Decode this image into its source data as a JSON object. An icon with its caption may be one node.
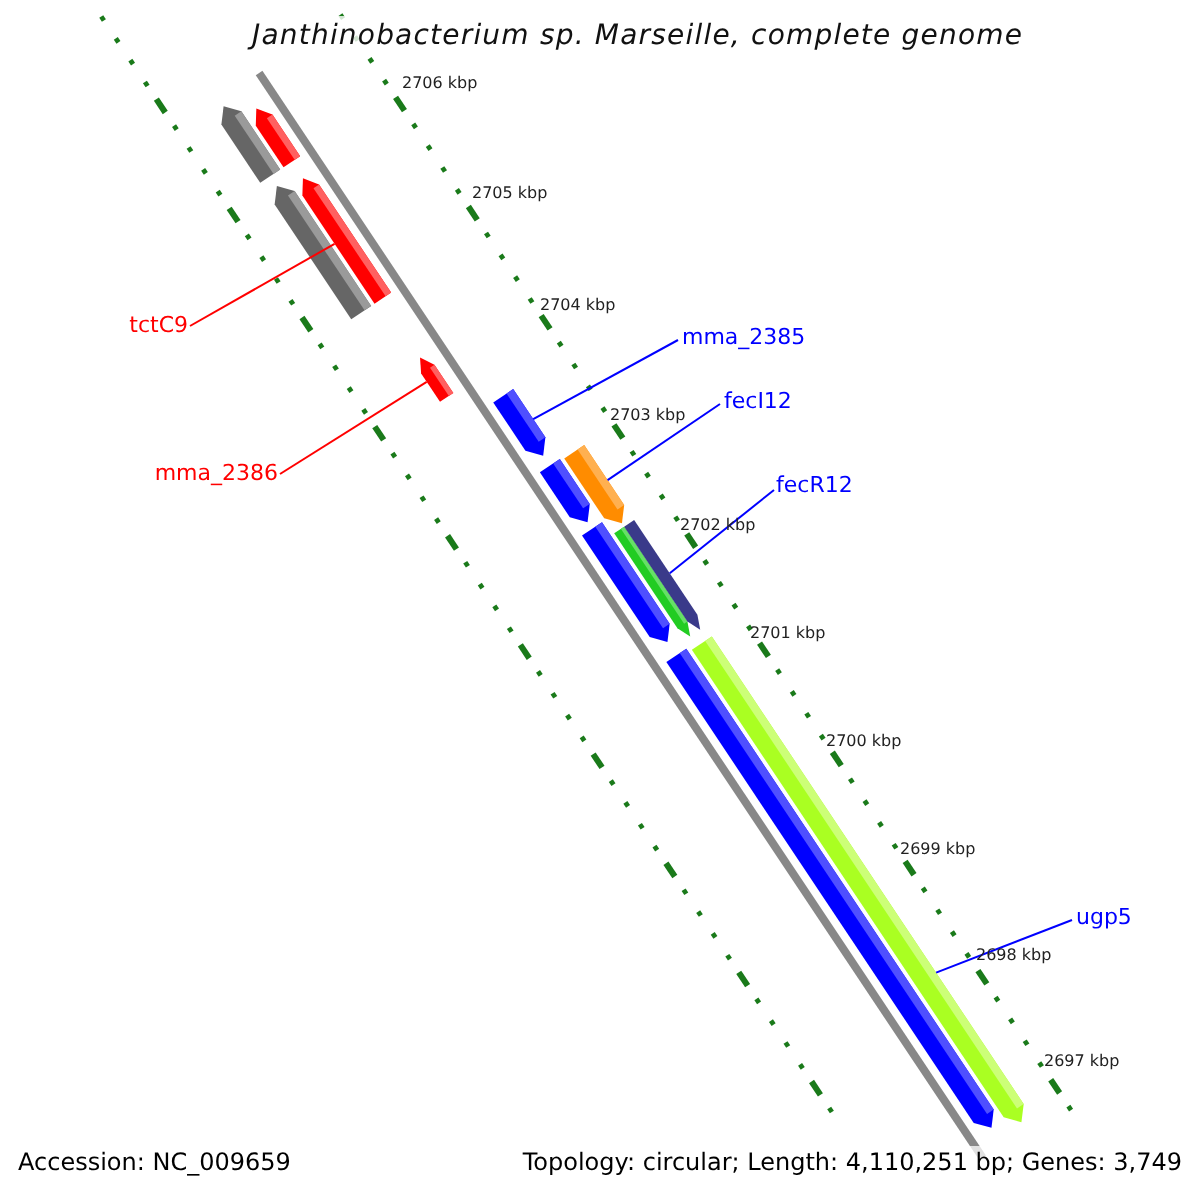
{
  "diagram": {
    "title": "Janthinobacterium sp. Marseille, complete genome",
    "nodes": [
      {
        "text": [
          "tctC9"
        ]
      },
      {
        "text": [
          "mma_2386"
        ]
      },
      {
        "text": [
          "mma_2385"
        ]
      },
      {
        "text": [
          "fecI12"
        ]
      },
      {
        "text": [
          "fecR12"
        ]
      },
      {
        "text": [
          "ugp5"
        ]
      },
      {
        "text": [],
        "shape": "bar"
      },
      {
        "text": [],
        "shape": "bar"
      },
      {
        "text": [],
        "shape": "bar"
      },
      {
        "text": [],
        "shape": "bar"
      },
      {
        "text": [],
        "shape": "bar"
      },
      {
        "text": [],
        "shape": "bar"
      }
    ],
    "edges": [
      {
        "from": 0,
        "to": 6,
        "arrow": "none",
        "color": "#ff0000"
      },
      {
        "from": 1,
        "to": 7,
        "arrow": "none",
        "color": "#ff0000"
      },
      {
        "from": 2,
        "to": 8,
        "arrow": "none"
      },
      {
        "from": 3,
        "to": 9,
        "arrow": "none"
      },
      {
        "from": 4,
        "to": 10,
        "arrow": "none"
      },
      {
        "from": 5,
        "to": 11,
        "arrow": "none"
      }
    ],
    "labels": [
      "2706 kbp",
      "2705 kbp",
      "2704 kbp",
      "2703 kbp",
      "2702 kbp",
      "2701 kbp",
      "2700 kbp",
      "2699 kbp",
      "2698 kbp",
      "2697 kbp",
      "Accession: NC_009659",
      "Topology: circular; Length: 4,110,251 bp; Genes: 3,749"
    ]
  }
}
